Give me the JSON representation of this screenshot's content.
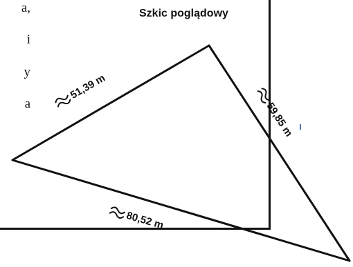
{
  "document": {
    "side_text": [
      "a,",
      "i",
      "y",
      "a"
    ]
  },
  "sketch": {
    "title": "Szkic poglądowy",
    "sides": [
      {
        "name": "top-left",
        "length": "51,39 m"
      },
      {
        "name": "right",
        "length": "59,85 m"
      },
      {
        "name": "bottom",
        "length": "80,52 m"
      }
    ]
  }
}
